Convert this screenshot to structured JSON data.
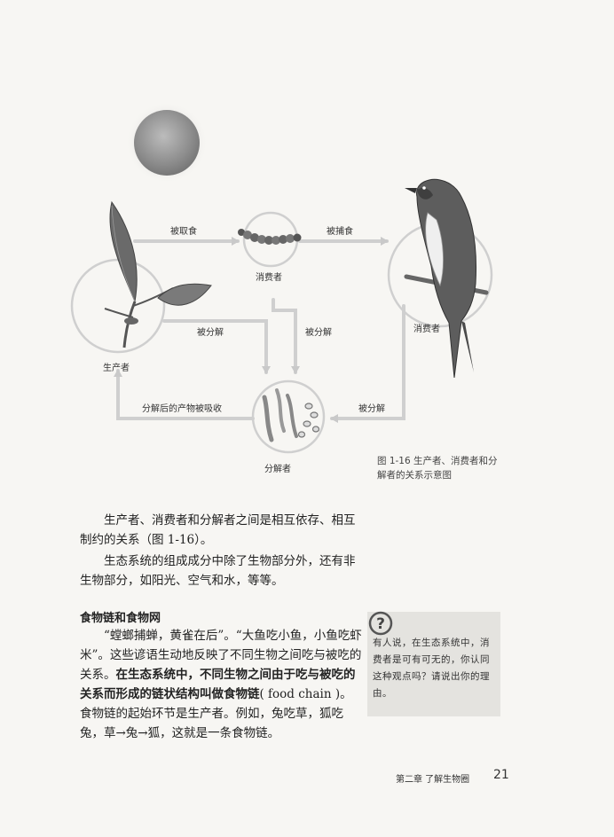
{
  "figure": {
    "arrow_labels": {
      "eaten": "被取食",
      "preyed": "被捕食",
      "decomposed_left": "被分解",
      "decomposed_mid": "被分解",
      "decomposed_right": "被分解",
      "absorbed": "分解后的产物被吸收"
    },
    "node_labels": {
      "producer": "生产者",
      "consumer_small": "消费者",
      "consumer_bird": "消费者",
      "decomposer": "分解者"
    },
    "caption_line1": "图 1-16 生产者、消费者和分",
    "caption_line2": "解者的关系示意图"
  },
  "body": {
    "para1": "生产者、消费者和分解者之间是相互依存、相互制约的关系（图 1-16）。",
    "para2": "生态系统的组成成分中除了生物部分外，还有非生物部分，如阳光、空气和水，等等。",
    "section_title": "食物链和食物网",
    "para3_a": "“螳螂捕蝉，黄雀在后”。“大鱼吃小鱼，小鱼吃虾米”。这些谚语生动地反映了不同生物之间吃与被吃的关系。",
    "para3_b": "在生态系统中，不同生物之间由于吃与被吃的关系而形成的链状结构叫做食物链",
    "para3_c": "( food chain )。食物链的起始环节是生产者。例如，兔吃草，狐吃兔，草→兔→狐，这就是一条食物链。"
  },
  "question_box": {
    "icon": "question-mark-icon",
    "text": "有人说，在生态系统中，消费者是可有可无的，你认同这种观点吗？请说出你的理由。"
  },
  "footer": {
    "chapter": "第二章  了解生物圈",
    "page_number": "21"
  }
}
